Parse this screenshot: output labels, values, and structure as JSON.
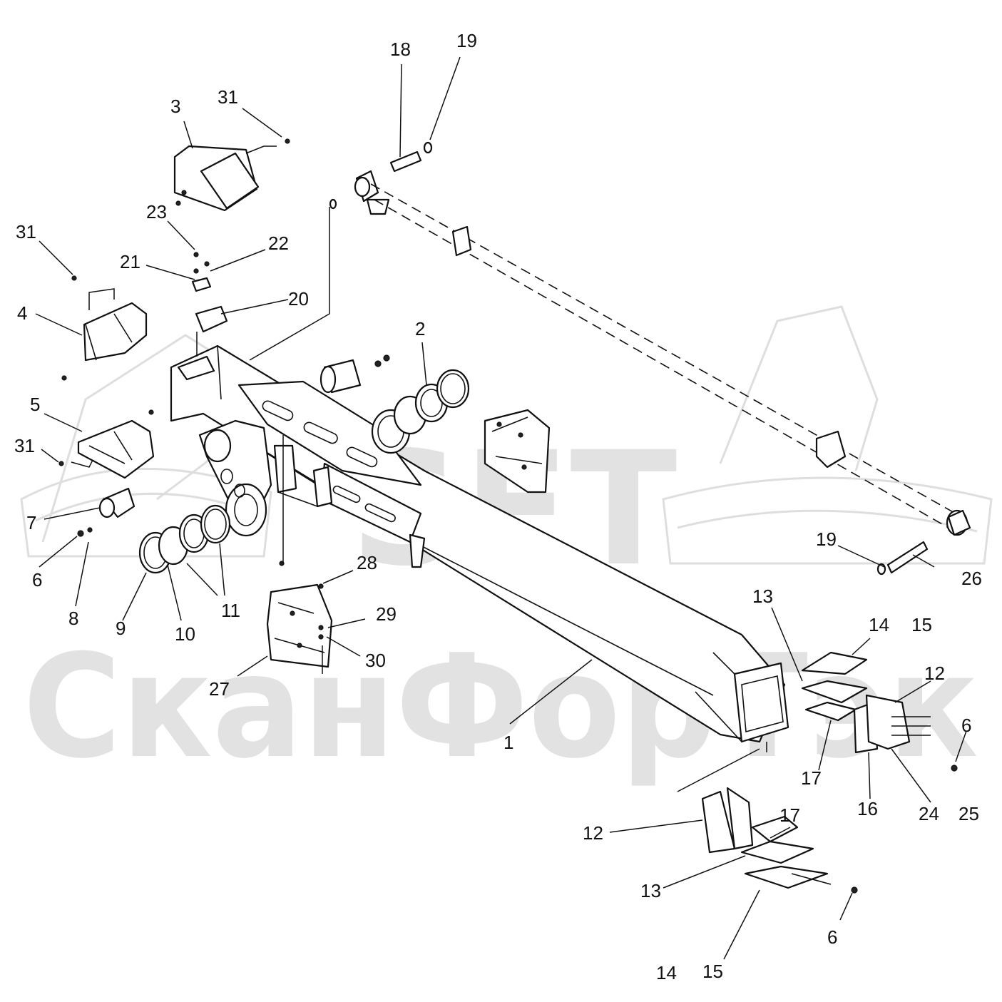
{
  "watermark": {
    "logo_text": "SFT",
    "brand_text": "СканФорТэк",
    "color": "#e2e2e2"
  },
  "diagram": {
    "kind": "exploded parts view",
    "line_color": "#111111",
    "callout_numbers": [
      "1",
      "2",
      "3",
      "4",
      "5",
      "6",
      "6",
      "6",
      "7",
      "8",
      "9",
      "10",
      "11",
      "12",
      "12",
      "13",
      "13",
      "14",
      "14",
      "15",
      "15",
      "16",
      "17",
      "17",
      "18",
      "19",
      "19",
      "20",
      "21",
      "22",
      "23",
      "24",
      "25",
      "26",
      "27",
      "28",
      "29",
      "30",
      "31",
      "31",
      "31"
    ]
  }
}
